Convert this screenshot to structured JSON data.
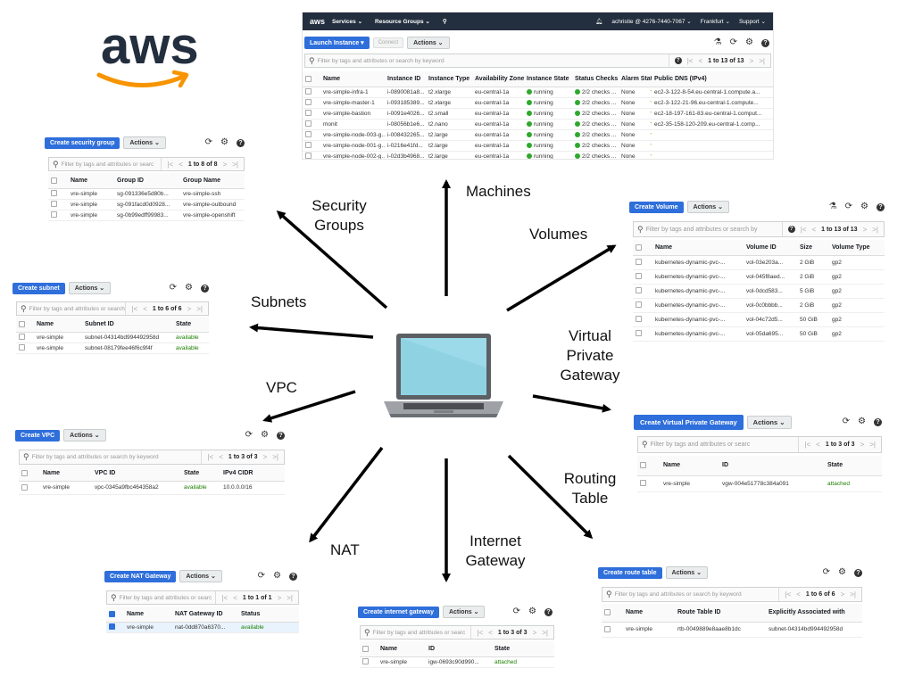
{
  "logo": {
    "text": "aws"
  },
  "center_label": "",
  "labels": {
    "machines": "Machines",
    "security_groups": "Security\nGroups",
    "volumes": "Volumes",
    "subnets": "Subnets",
    "vpg": "Virtual\nPrivate\nGateway",
    "vpc": "VPC",
    "routing_table": "Routing\nTable",
    "nat": "NAT",
    "internet_gateway": "Internet\nGateway"
  },
  "instances": {
    "topnav": {
      "brand": "aws",
      "services": "Services ⌄",
      "resource_groups": "Resource Groups ⌄",
      "user": "achristie @ 4276-7440-7067 ⌄",
      "region": "Frankfurt ⌄",
      "support": "Support ⌄"
    },
    "launch_label": "Launch Instance ▾",
    "connect_label": "Connect",
    "actions_label": "Actions ⌄",
    "search_placeholder": "Filter by tags and attributes or search by keyword",
    "pager": "1 to 13 of 13",
    "columns": [
      "Name",
      "Instance ID",
      "Instance Type",
      "Availability Zone",
      "Instance State",
      "Status Checks",
      "Alarm Status",
      "Public DNS (IPv4)"
    ],
    "rows": [
      [
        "vre-simple-infra-1",
        "i-0890081a8...",
        "t2.xlarge",
        "eu-central-1a",
        "running",
        "2/2 checks ...",
        "None",
        "ec2-3-122-8-54.eu-central-1.compute.a..."
      ],
      [
        "vre-simple-master-1",
        "i-093185389...",
        "t2.xlarge",
        "eu-central-1a",
        "running",
        "2/2 checks ...",
        "None",
        "ec2-3-122-21-96.eu-central-1.compute..."
      ],
      [
        "vre-simple-bastion",
        "i-0091e4026...",
        "t2.small",
        "eu-central-1a",
        "running",
        "2/2 checks ...",
        "None",
        "ec2-18-197-161-83.eu-central-1.comput..."
      ],
      [
        "monit",
        "i-08056b1e6...",
        "t2.nano",
        "eu-central-1a",
        "running",
        "2/2 checks ...",
        "None",
        "ec2-35-158-120-209.eu-central-1.comp..."
      ],
      [
        "vre-simple-node-003-g...",
        "i-008432265...",
        "t2.large",
        "eu-central-1a",
        "running",
        "2/2 checks ...",
        "None",
        ""
      ],
      [
        "vre-simple-node-001-g...",
        "i-0216e41fd...",
        "t2.large",
        "eu-central-1a",
        "running",
        "2/2 checks ...",
        "None",
        ""
      ],
      [
        "vre-simple-node-002-g...",
        "i-02d3b4968...",
        "t2.large",
        "eu-central-1a",
        "running",
        "2/2 checks ...",
        "None",
        ""
      ]
    ]
  },
  "security": {
    "create_label": "Create security group",
    "actions_label": "Actions ⌄",
    "search_placeholder": "Filter by tags and attributes or searc",
    "pager": "1 to 8 of 8",
    "columns": [
      "Name",
      "Group ID",
      "Group Name"
    ],
    "rows": [
      [
        "vre-simple",
        "sg-091336e5d80b...",
        "vre-simple-ssh"
      ],
      [
        "vre-simple",
        "sg-091facd0d0928...",
        "vre-simple-outbound"
      ],
      [
        "vre-simple",
        "sg-0b99edff99983...",
        "vre-simple-openshift"
      ]
    ]
  },
  "volumes": {
    "create_label": "Create Volume",
    "actions_label": "Actions ⌄",
    "search_placeholder": "Filter by tags and attributes or search by",
    "pager": "1 to 13 of 13",
    "columns": [
      "Name",
      "Volume ID",
      "Size",
      "Volume Type"
    ],
    "rows": [
      [
        "kubernetes-dynamic-pvc-...",
        "vol-03e203a...",
        "2 GiB",
        "gp2"
      ],
      [
        "kubernetes-dynamic-pvc-...",
        "vol-045f8aed...",
        "2 GiB",
        "gp2"
      ],
      [
        "kubernetes-dynamic-pvc-...",
        "vol-0dcd583...",
        "5 GiB",
        "gp2"
      ],
      [
        "kubernetes-dynamic-pvc-...",
        "vol-0c0bbbb...",
        "2 GiB",
        "gp2"
      ],
      [
        "kubernetes-dynamic-pvc-...",
        "vol-04c72d5...",
        "50 GiB",
        "gp2"
      ],
      [
        "kubernetes-dynamic-pvc-...",
        "vol-05da695...",
        "50 GiB",
        "gp2"
      ]
    ]
  },
  "subnets": {
    "create_label": "Create subnet",
    "actions_label": "Actions ⌄",
    "search_placeholder": "Filter by tags and attributes or search",
    "pager": "1 to 6 of 6",
    "columns": [
      "Name",
      "Subnet ID",
      "State"
    ],
    "rows": [
      [
        "vre-simple",
        "subnet-04314bd994492958d",
        "available"
      ],
      [
        "vre-simple",
        "subnet-08179fee46f6c9f4f",
        "available"
      ]
    ]
  },
  "vpg": {
    "create_label": "Create Virtual Private Gateway",
    "actions_label": "Actions ⌄",
    "search_placeholder": "Filter by tags and attributes or searc",
    "pager": "1 to 3 of 3",
    "columns": [
      "Name",
      "ID",
      "State"
    ],
    "rows": [
      [
        "vre-simple",
        "vgw-004e51778c384a091",
        "attached"
      ]
    ]
  },
  "vpc": {
    "create_label": "Create VPC",
    "actions_label": "Actions ⌄",
    "search_placeholder": "Filter by tags and attributes or search by keyword",
    "pager": "1 to 3 of 3",
    "columns": [
      "Name",
      "VPC ID",
      "State",
      "IPv4 CIDR"
    ],
    "rows": [
      [
        "vre-simple",
        "vpc-0345a9fbc464358a2",
        "available",
        "10.0.0.0/16"
      ]
    ]
  },
  "routes": {
    "create_label": "Create route table",
    "actions_label": "Actions ⌄",
    "search_placeholder": "Filter by tags and attributes or search by keyword",
    "pager": "1 to 6 of 6",
    "columns": [
      "Name",
      "Route Table ID",
      "Explicitly Associated with"
    ],
    "rows": [
      [
        "vre-simple",
        "rtb-0049889e8aae8b1dc",
        "subnet-04314bd994492958d"
      ]
    ]
  },
  "nat": {
    "create_label": "Create NAT Gateway",
    "actions_label": "Actions ⌄",
    "search_placeholder": "Filter by tags and attributes or searc",
    "pager": "1 to 1 of 1",
    "columns": [
      "Name",
      "NAT Gateway ID",
      "Status"
    ],
    "rows": [
      [
        "vre-simple",
        "nat-0dd870a6370...",
        "available"
      ]
    ]
  },
  "igw": {
    "create_label": "Create internet gateway",
    "actions_label": "Actions ⌄",
    "search_placeholder": "Filter by tags and attributes or searc",
    "pager": "1 to 3 of 3",
    "columns": [
      "Name",
      "ID",
      "State"
    ],
    "rows": [
      [
        "vre-simple",
        "igw-0693c90d990...",
        "attached"
      ]
    ]
  }
}
